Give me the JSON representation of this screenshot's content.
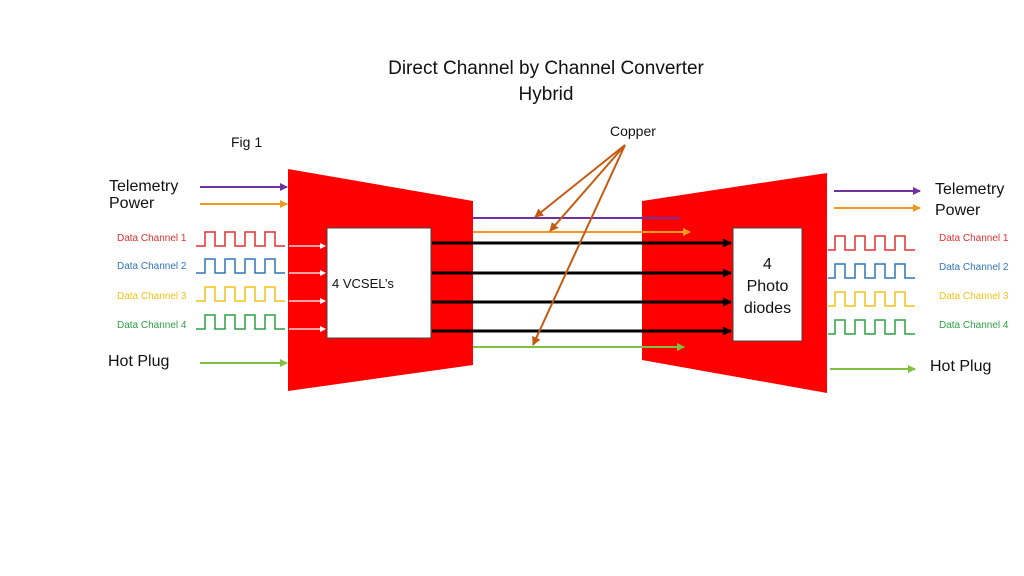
{
  "title_line1": "Direct Channel by Channel Converter",
  "title_line2": "Hybrid",
  "fig_label": "Fig 1",
  "copper_label": "Copper",
  "left": {
    "telemetry": "Telemetry",
    "power": "Power",
    "hot_plug": "Hot Plug",
    "channels": [
      "Data Channel 1",
      "Data Channel 2",
      "Data Channel 3",
      "Data Channel 4"
    ]
  },
  "right": {
    "telemetry": "Telemetry",
    "power": "Power",
    "hot_plug": "Hot Plug",
    "channels": [
      "Data Channel 1",
      "Data Channel 2",
      "Data Channel 3",
      "Data Channel 4"
    ]
  },
  "vcsel_box": "4 VCSEL’s",
  "photo_box": {
    "line1": "4",
    "line2": "Photo",
    "line3": "diodes"
  },
  "colors": {
    "converter_fill": "#ff0000",
    "telemetry": "#7030a0",
    "power": "#ed9b1f",
    "hot_plug": "#7fc241",
    "channel_1": "#e03030",
    "channel_2": "#2e75b6",
    "channel_3": "#f2c21a",
    "channel_4": "#2ea043",
    "copper_arrow": "#c55a11",
    "optical_line": "#000000"
  }
}
